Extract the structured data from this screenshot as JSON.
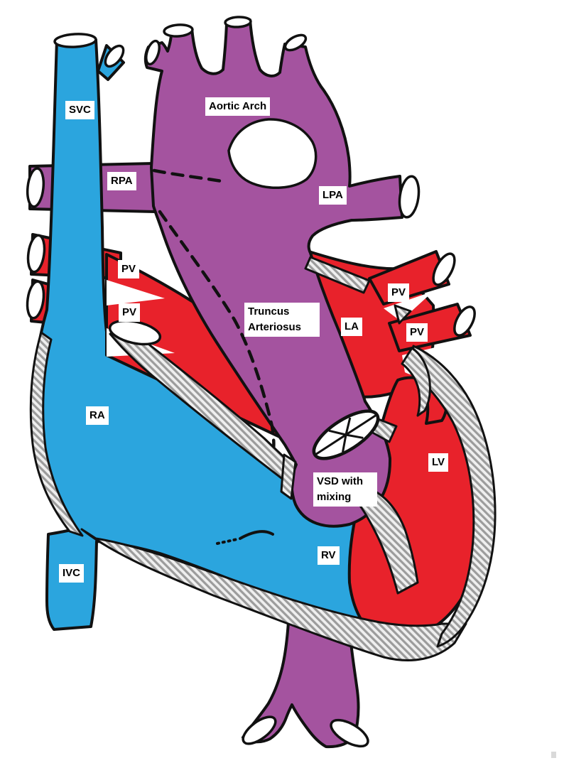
{
  "labels": {
    "svc": "SVC",
    "rpa": "RPA",
    "aortic_arch": "Aortic Arch",
    "lpa": "LPA",
    "pv_left_upper": "PV",
    "pv_left_lower": "PV",
    "pv_right_upper": "PV",
    "pv_right_lower": "PV",
    "truncus_arteriosus": "Truncus Arteriosus",
    "la": "LA",
    "ra": "RA",
    "lv": "LV",
    "rv": "RV",
    "ivc": "IVC",
    "vsd": "VSD with mixing"
  },
  "colors": {
    "deoxygenated_blood": "#2BA5DE",
    "oxygenated_blood": "#E8222B",
    "mixed_blood": "#A4539F",
    "heart_wall_hatch": "#9c9c9c",
    "outline": "#111111",
    "background": "#ffffff",
    "label_background": "#ffffff",
    "label_text": "#000000"
  }
}
